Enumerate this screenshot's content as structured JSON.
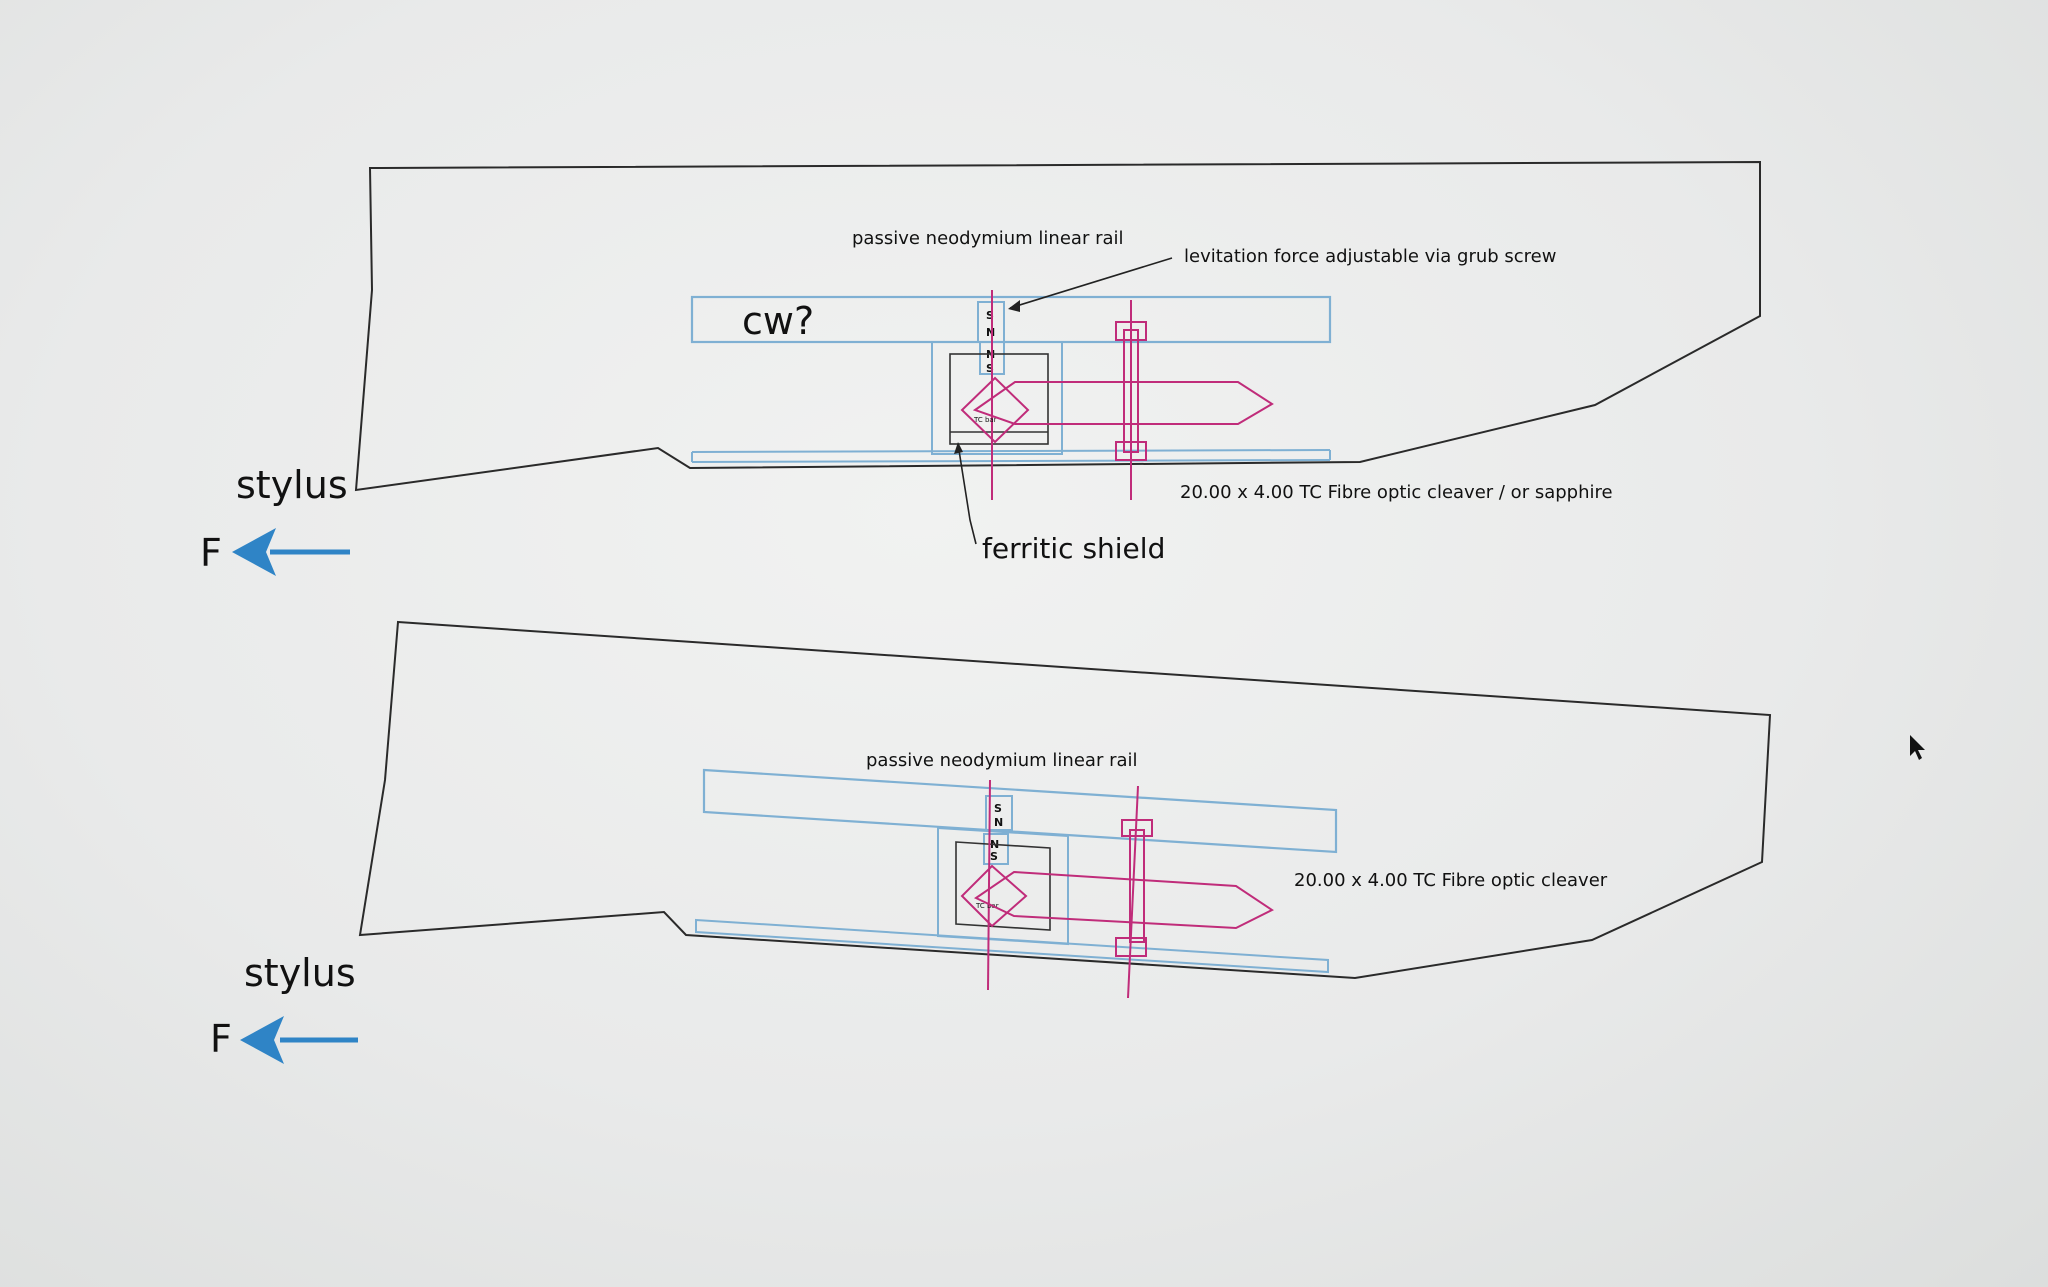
{
  "top": {
    "rail_label": "passive neodymium linear rail",
    "lev_label": "levitation force adjustable via grub screw",
    "cw_label": "cw?",
    "cleaver_label": "20.00 x 4.00 TC Fibre optic cleaver / or sapphire",
    "shield_label": "ferritic shield",
    "stylus_label": "stylus",
    "force_label": "F",
    "mag_upper": [
      "S",
      "N"
    ],
    "mag_lower": [
      "N",
      "S"
    ],
    "tc_label": "TC bar"
  },
  "bottom": {
    "rail_label": "passive neodymium linear rail",
    "cleaver_label": "20.00 x 4.00 TC Fibre optic cleaver",
    "stylus_label": "stylus",
    "force_label": "F",
    "mag_upper": [
      "S",
      "N"
    ],
    "mag_lower": [
      "N",
      "S"
    ],
    "tc_label": "TC bar"
  },
  "colors": {
    "rail": "#7fb0d3",
    "cantilever": "#c02c7a",
    "force_arrow": "#2f84c6",
    "outline": "#2a2a2a"
  }
}
